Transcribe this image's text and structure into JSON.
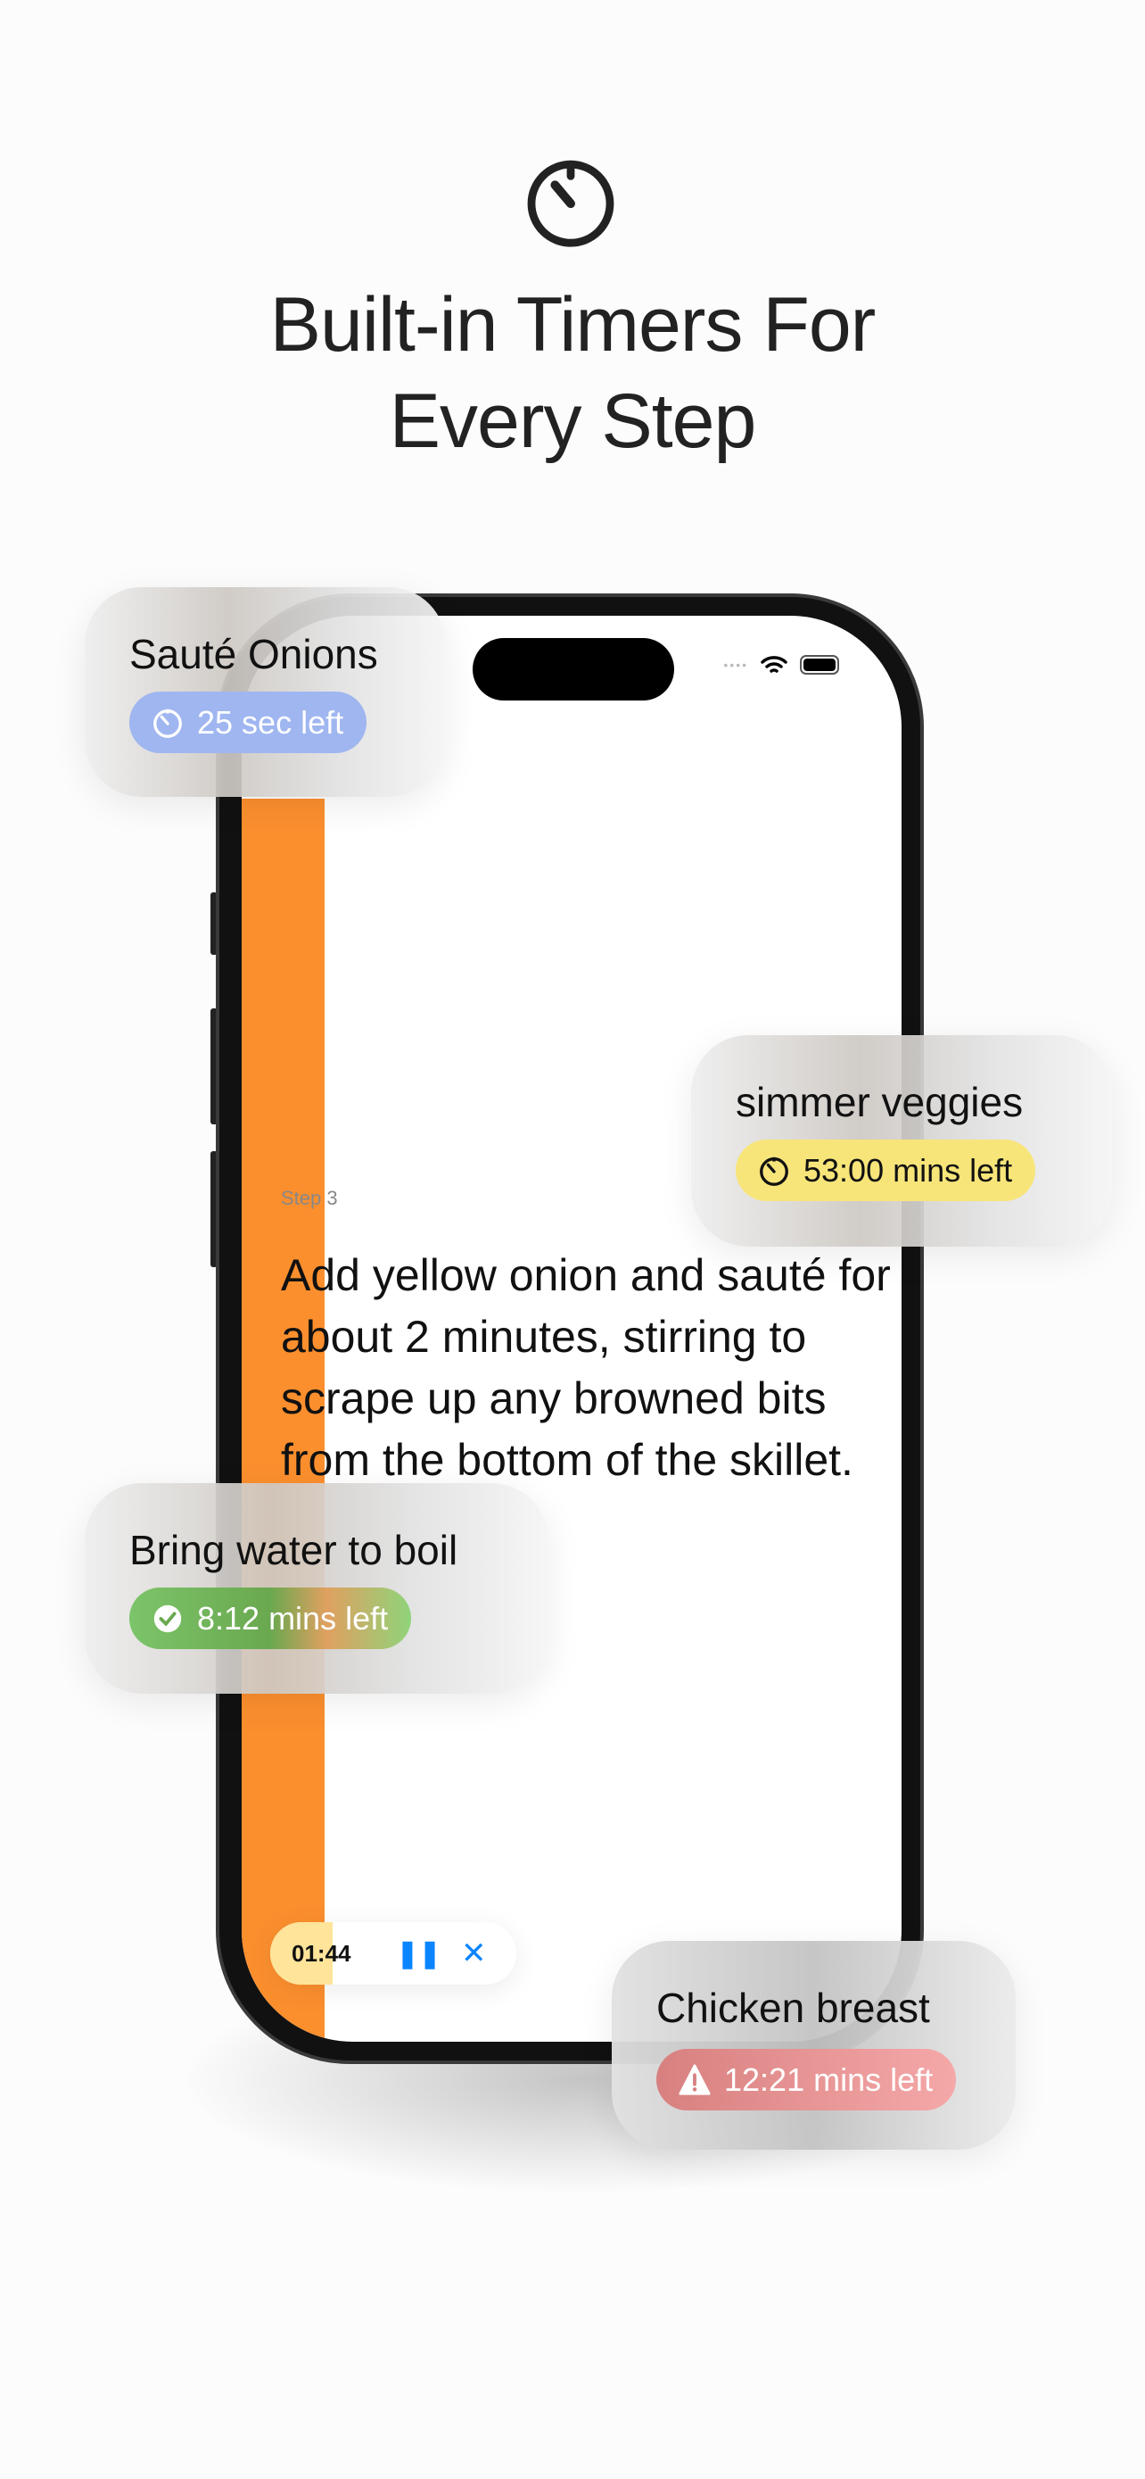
{
  "header": {
    "icon": "timer-icon",
    "title_line1": "Built-in Timers For",
    "title_line2": "Every Step"
  },
  "phone": {
    "step_label": "Step 3",
    "instruction": "Add yellow onion and sauté for about 2 minutes, stirring to scrape up any browned bits from the bottom of the skillet.",
    "timer_bar": {
      "time": "01:44",
      "pause_icon": "pause-icon",
      "close_icon": "close-icon"
    }
  },
  "timers": [
    {
      "name": "Sauté Onions",
      "status": "25 sec left",
      "icon": "timer-icon",
      "color": "#9fb6f0"
    },
    {
      "name": "simmer veggies",
      "status": "53:00 mins left",
      "icon": "timer-icon",
      "color": "#f7e57a"
    },
    {
      "name": "Bring water to boil",
      "status": "8:12 mins left",
      "icon": "checkmark-circle-icon",
      "color": "#7cc46a"
    },
    {
      "name": "Chicken breast",
      "status": "12:21 mins left",
      "icon": "warning-icon",
      "color": "#ef9a9a"
    }
  ],
  "colors": {
    "accent": "#fb8f2e",
    "control": "#0a84ff"
  }
}
